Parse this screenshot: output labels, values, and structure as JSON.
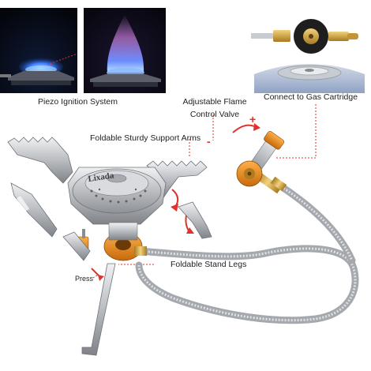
{
  "labels": {
    "piezo": "Piezo Ignition System",
    "flame_line1": "Adjustable Flame",
    "flame_line2": "Control Valve",
    "cartridge": "Connect to Gas Cartridge",
    "support_arms": "Foldable Sturdy Support Arms",
    "stand_legs": "Foldable Stand Legs",
    "press": "Press",
    "plus": "+",
    "minus": "-"
  },
  "brand": {
    "logo_text": "Lixada"
  },
  "colors": {
    "accent_red": "#e0312d",
    "orange": "#f08a1c",
    "brass": "#c99a3a",
    "steel": "#b9bcc0",
    "flame_blue": "#3d7bff",
    "flame_pink": "#c77ad8"
  }
}
